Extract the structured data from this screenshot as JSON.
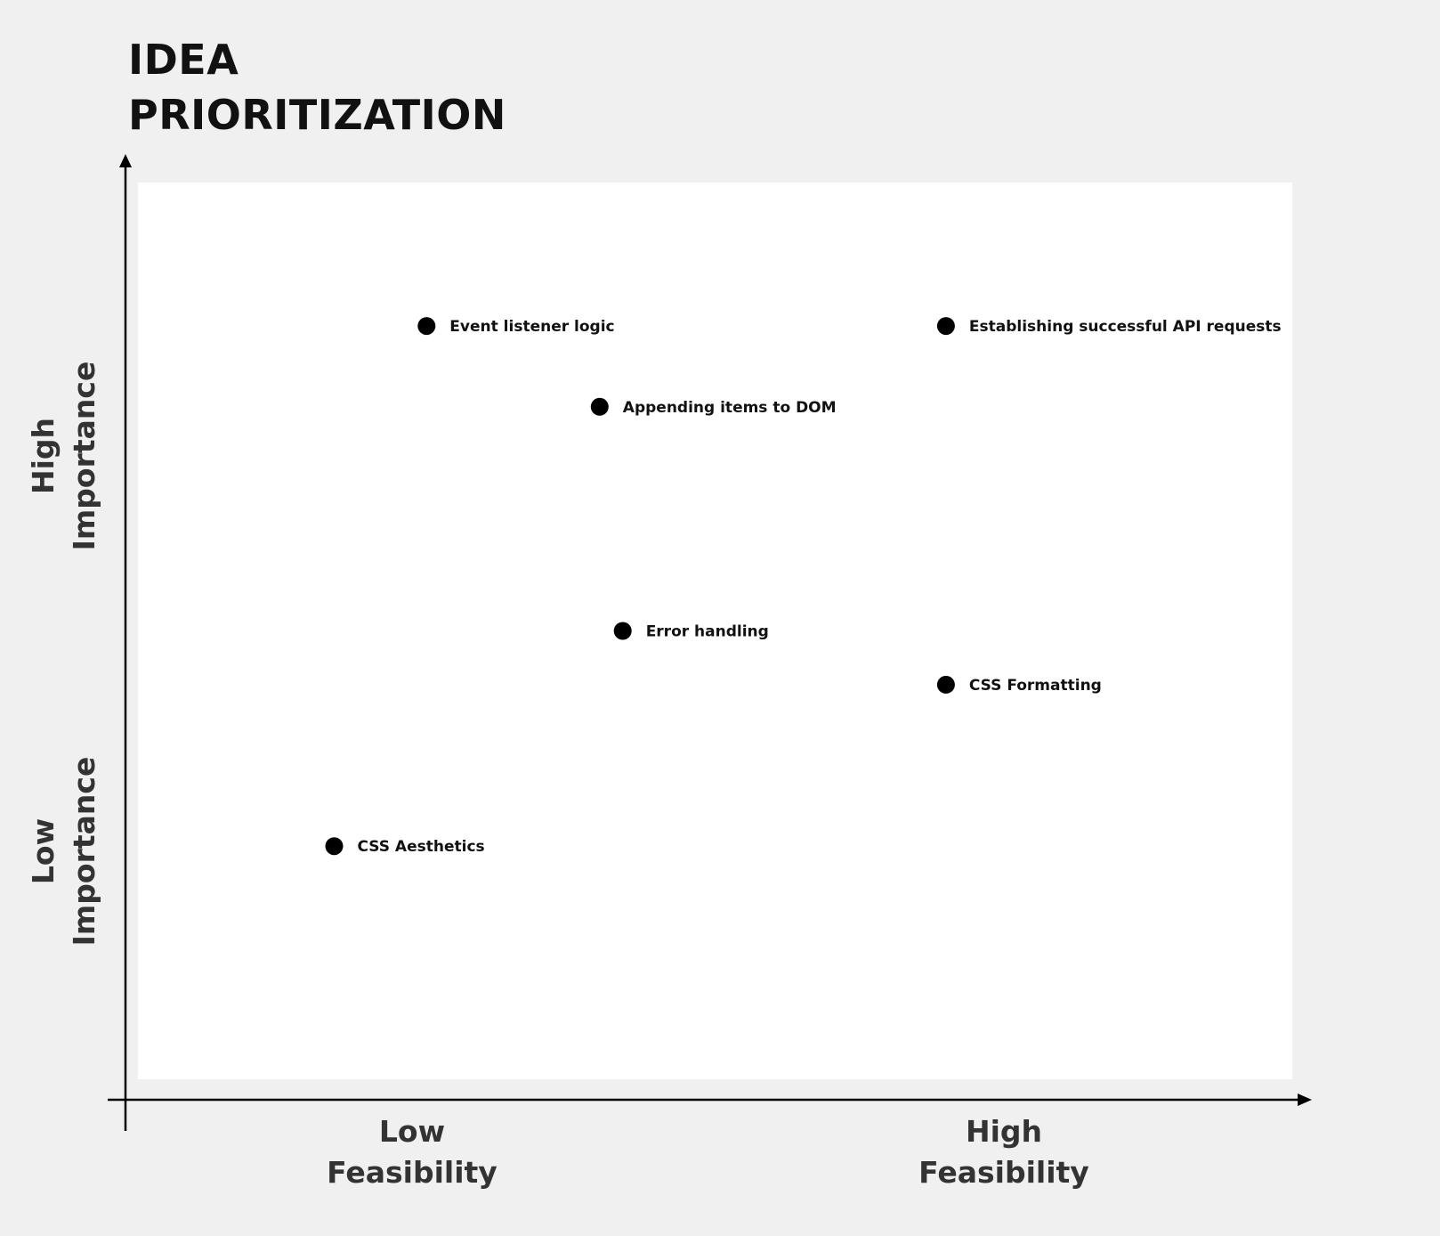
{
  "title": {
    "line1": "IDEA",
    "line2": "PRIORITIZATION"
  },
  "axes": {
    "x_low": {
      "line1": "Low",
      "line2": "Feasibility"
    },
    "x_high": {
      "line1": "High",
      "line2": "Feasibility"
    },
    "y_high": {
      "line1": "High",
      "line2": "Importance"
    },
    "y_low": {
      "line1": "Low",
      "line2": "Importance"
    }
  },
  "colors": {
    "background": "#f0f0f0",
    "plot_area": "#ffffff",
    "point": "#000000"
  },
  "chart_data": {
    "type": "scatter",
    "title": "IDEA PRIORITIZATION",
    "xlabel": "Feasibility",
    "ylabel": "Importance",
    "xlim": [
      0,
      100
    ],
    "ylim": [
      0,
      100
    ],
    "grid": false,
    "points": [
      {
        "label": "Event listener logic",
        "x": 25,
        "y": 84
      },
      {
        "label": "Establishing successful API requests",
        "x": 70,
        "y": 84
      },
      {
        "label": "Appending items to DOM",
        "x": 40,
        "y": 75
      },
      {
        "label": "Error handling",
        "x": 42,
        "y": 50
      },
      {
        "label": "CSS Formatting",
        "x": 70,
        "y": 44
      },
      {
        "label": "CSS Aesthetics",
        "x": 17,
        "y": 26
      }
    ]
  }
}
